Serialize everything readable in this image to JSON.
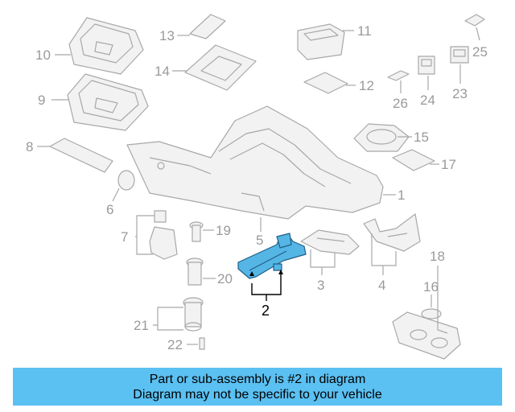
{
  "diagram": {
    "highlight_color": "#55b6e6",
    "highlighted_part": "2",
    "callouts": {
      "c1": "1",
      "c2": "2",
      "c3": "3",
      "c4": "4",
      "c5": "5",
      "c6": "6",
      "c7": "7",
      "c8": "8",
      "c9": "9",
      "c10": "10",
      "c11": "11",
      "c12": "12",
      "c13": "13",
      "c14": "14",
      "c15": "15",
      "c16": "16",
      "c17": "17",
      "c18": "18",
      "c19": "19",
      "c20": "20",
      "c21": "21",
      "c22": "22",
      "c23": "23",
      "c24": "24",
      "c25": "25",
      "c26": "26"
    }
  },
  "banner": {
    "line1": "Part or sub-assembly is #2 in diagram",
    "line2": "Diagram may not be specific to your vehicle",
    "color": "#5bc0f2"
  }
}
